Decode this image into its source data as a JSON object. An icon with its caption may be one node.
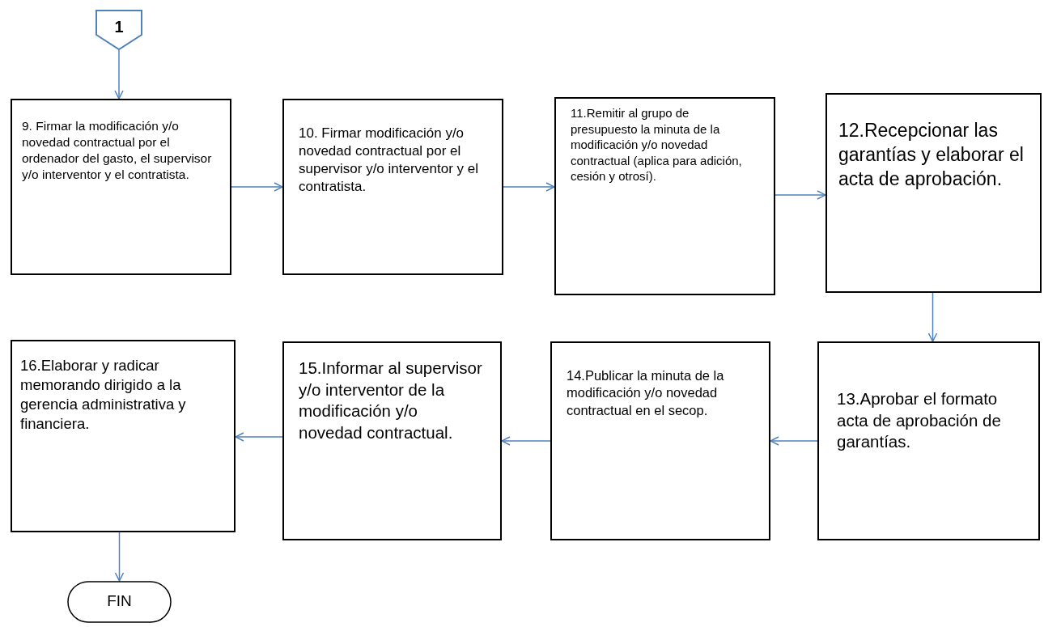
{
  "diagram": {
    "nodes": [
      {
        "text": [
          "1"
        ]
      },
      {
        "text": [
          "9. Firmar la modificación y/o novedad contractual por el ordenador del gasto, el supervisor y/o interventor y el contratista."
        ]
      },
      {
        "text": [
          "10. Firmar modificación y/o novedad contractual por el supervisor y/o interventor y el contratista."
        ]
      },
      {
        "text": [
          "11.Remitir al grupo de presupuesto la minuta de la modificación y/o novedad contractual (aplica para adición, cesión y otrosí)."
        ]
      },
      {
        "text": [
          "12.Recepcionar las garantías y elaborar el acta de aprobación."
        ]
      },
      {
        "text": [
          "13.Aprobar el formato acta de aprobación de garantías."
        ]
      },
      {
        "text": [
          "14.Publicar la minuta de la modificación y/o novedad contractual en el secop."
        ]
      },
      {
        "text": [
          "15.Informar al supervisor y/o interventor de la modificación y/o novedad contractual."
        ]
      },
      {
        "text": [
          "16.Elaborar y radicar memorando dirigido a la gerencia administrativa y financiera."
        ]
      },
      {
        "text": [
          "FIN"
        ]
      }
    ],
    "edges": [
      {
        "from": 0,
        "to": 1,
        "arrow": "to"
      },
      {
        "from": 1,
        "to": 2,
        "arrow": "to"
      },
      {
        "from": 2,
        "to": 3,
        "arrow": "to"
      },
      {
        "from": 3,
        "to": 4,
        "arrow": "to"
      },
      {
        "from": 4,
        "to": 5,
        "arrow": "to"
      },
      {
        "from": 5,
        "to": 6,
        "arrow": "to"
      },
      {
        "from": 6,
        "to": 7,
        "arrow": "to"
      },
      {
        "from": 7,
        "to": 8,
        "arrow": "to"
      },
      {
        "from": 8,
        "to": 9,
        "arrow": "to"
      }
    ]
  }
}
